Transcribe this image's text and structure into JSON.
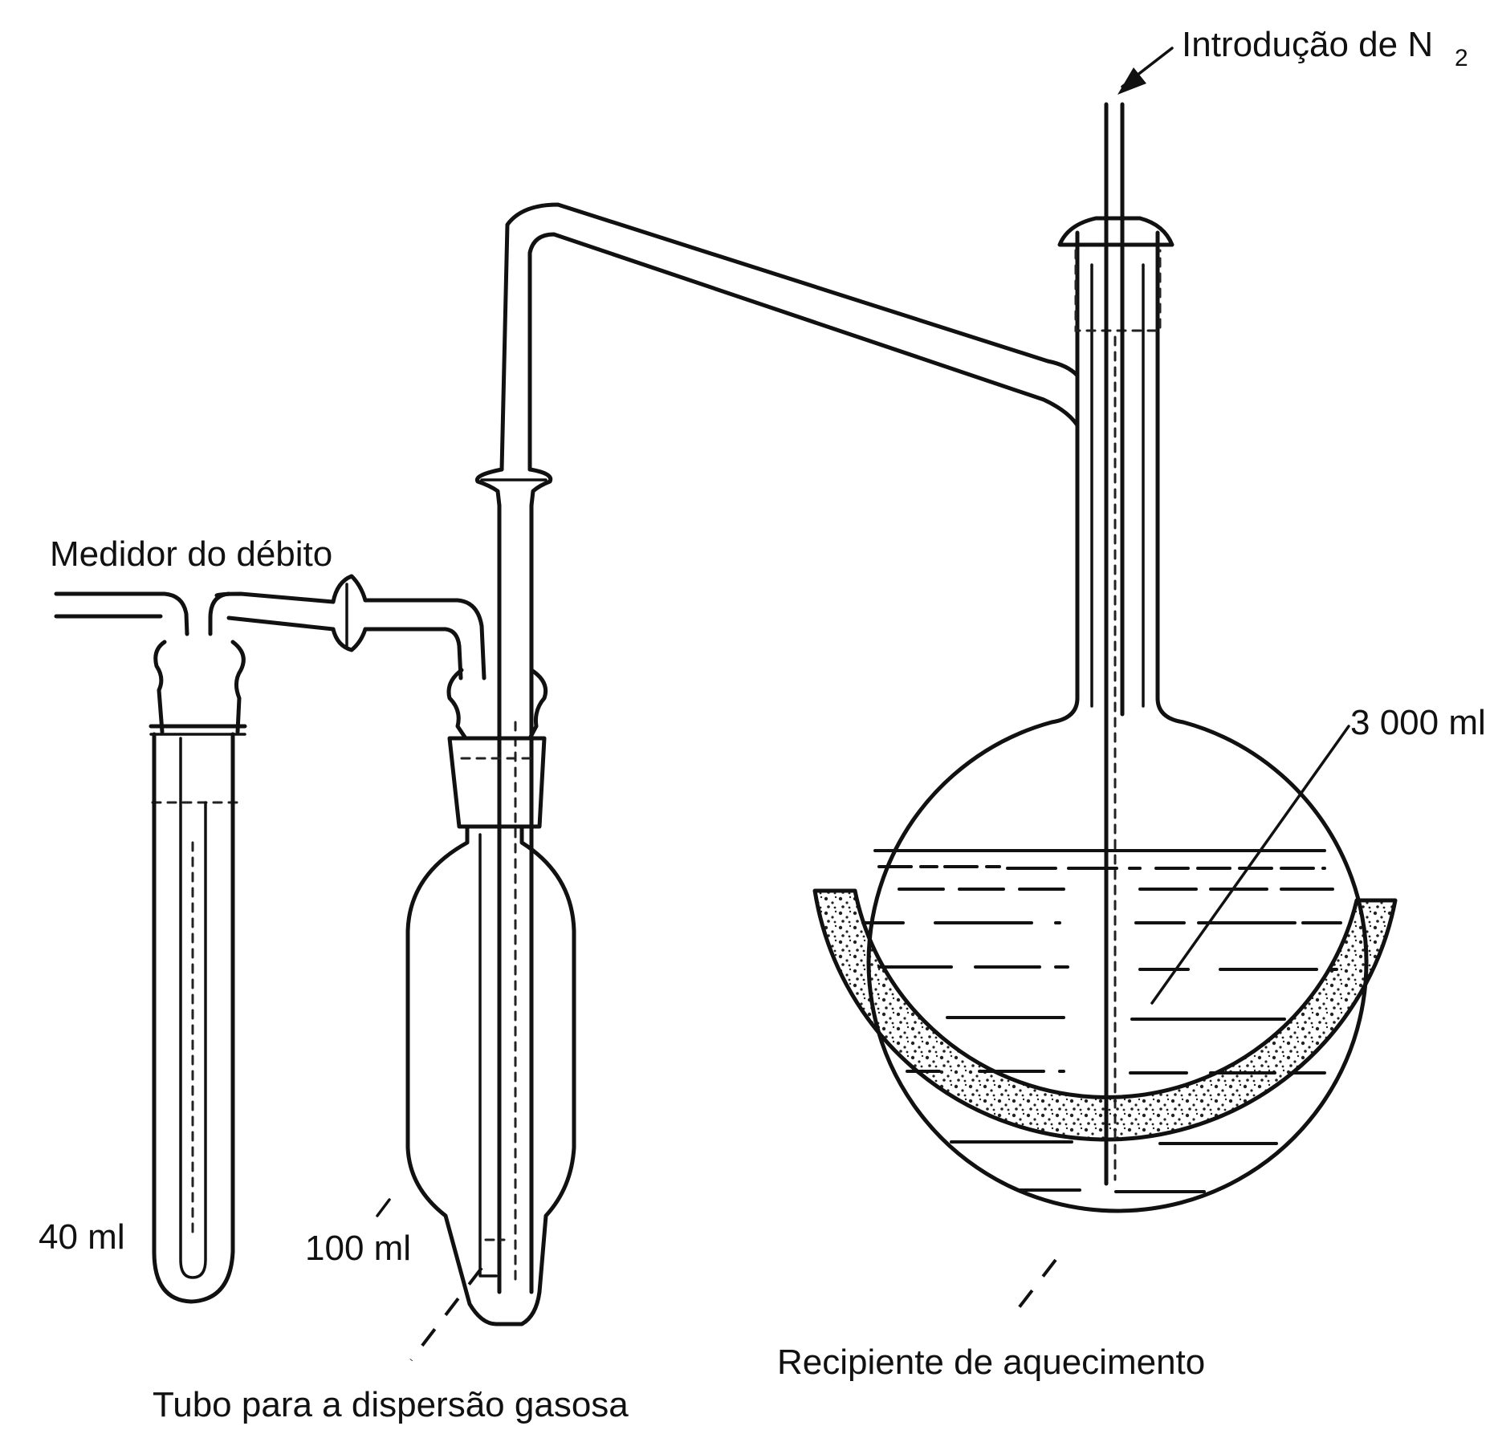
{
  "labels": {
    "n2_inlet": "Introdução de N",
    "n2_subscript": "2",
    "flow_meter": "Medidor do débito",
    "volume_3000": "3 000 ml",
    "volume_40": "40 ml",
    "volume_100": "100 ml",
    "heating_vessel": "Recipiente de aquecimento",
    "gas_dispersion_tube": "Tubo para a dispersão gasosa"
  }
}
